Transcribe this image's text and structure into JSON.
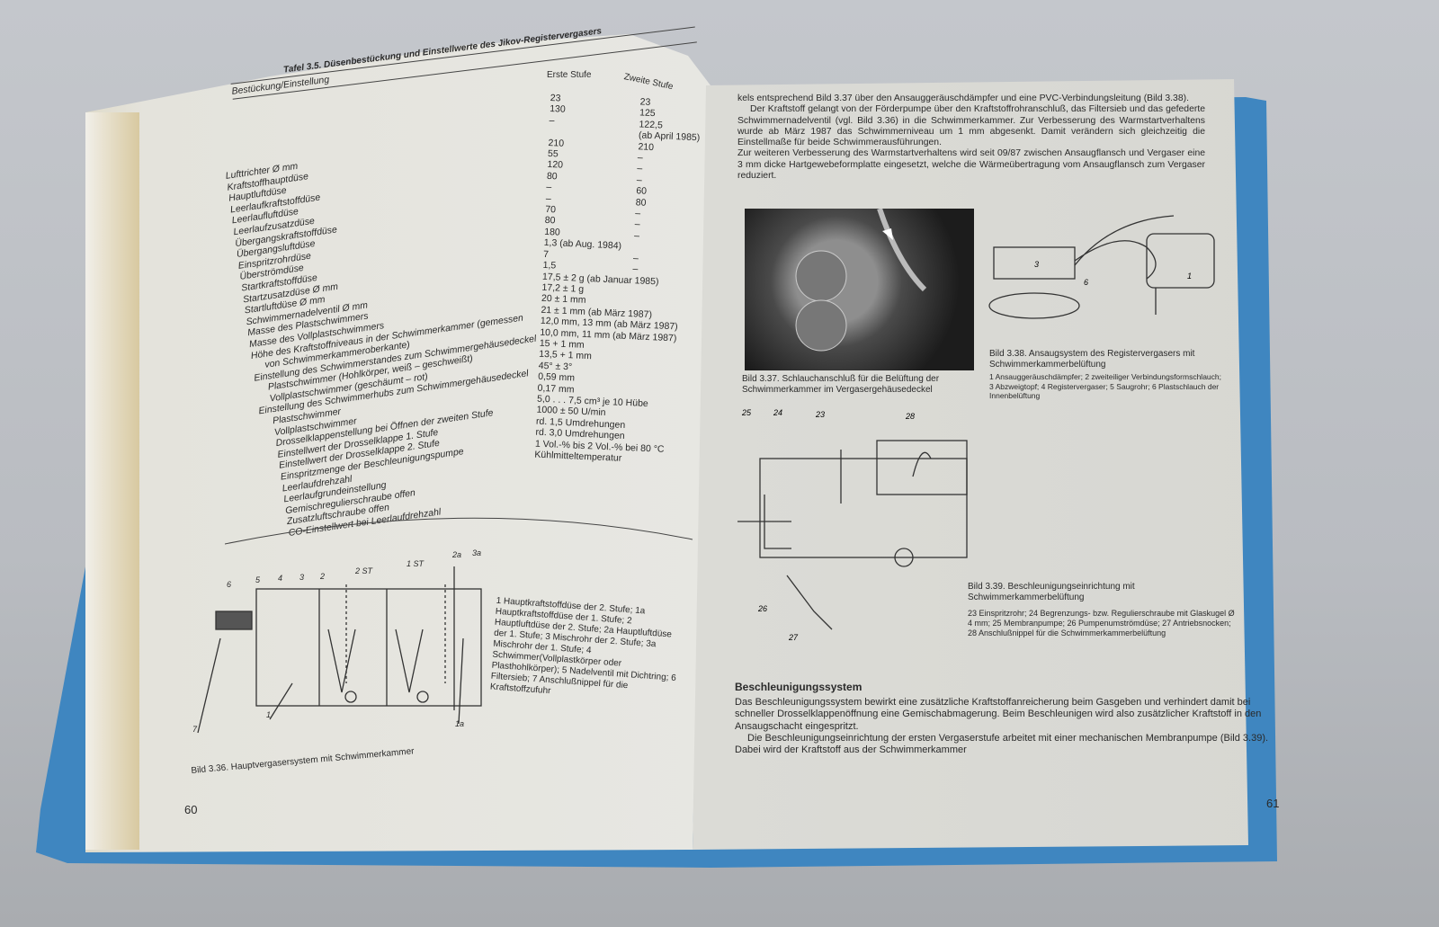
{
  "left_page": {
    "page_number": "60",
    "table_title": "Tafel 3.5.  Düsenbestückung und Einstellwerte des Jikov-Registervergasers",
    "col_header": "Bestückung/Einstellung",
    "col_first": "Erste Stufe",
    "col_second": "Zweite Stufe",
    "labels": [
      "Lufttrichter Ø mm",
      "Kraftstoffhauptdüse",
      "Hauptluftdüse",
      "Leerlaufkraftstoffdüse",
      "Leerlaufluftdüse",
      "Leerlaufzusatzdüse",
      "Übergangskraftstoffdüse",
      "Übergangsluftdüse",
      "Einspritzrohrdüse",
      "Überströmdüse",
      "Startkraftstoffdüse",
      "Startzusatzdüse Ø mm",
      "Startluftdüse Ø mm",
      "Schwimmernadelventil Ø mm",
      "Masse des Plastschwimmers",
      "Masse des Vollplastschwimmers",
      "Höhe des Kraftstoffniveaus in der Schwimmerkammer (gemessen",
      "von Schwimmerkammeroberkante)",
      "Einstellung des Schwimmerstandes zum Schwimmergehäusedeckel",
      "Plastschwimmer (Hohlkörper, weiß – geschweißt)",
      "Vollplastschwimmer (geschäumt – rot)",
      "Einstellung des Schwimmerhubs zum Schwimmergehäusedeckel",
      "Plastschwimmer",
      "Vollplastschwimmer",
      "Drosselklappenstellung bei Öffnen der zweiten Stufe",
      "Einstellwert der Drosselklappe 1. Stufe",
      "Einstellwert der Drosselklappe 2. Stufe",
      "Einspritzmenge der Beschleunigungspumpe",
      "Leerlaufdrehzahl",
      "Leerlaufgrundeinstellung",
      "Gemischregulierschraube offen",
      "Zusatzluftschraube offen",
      "CO-Einstellwert bei Leerlaufdrehzahl"
    ],
    "values": [
      [
        "23",
        "23"
      ],
      [
        "130",
        "125"
      ],
      [
        "–",
        "122,5"
      ],
      [
        "",
        "(ab April 1985)"
      ],
      [
        "210",
        "210"
      ],
      [
        "55",
        "–"
      ],
      [
        "120",
        "–"
      ],
      [
        "80",
        "–"
      ],
      [
        "–",
        "60"
      ],
      [
        "–",
        "80"
      ],
      [
        "70",
        "–"
      ],
      [
        "80",
        "–"
      ],
      [
        "180",
        "–"
      ],
      [
        "1,3 (ab Aug. 1984)",
        ""
      ],
      [
        "7",
        "–"
      ],
      [
        "1,5",
        "–"
      ],
      [
        "17,5 ± 2 g (ab Januar 1985)",
        ""
      ],
      [
        "17,2 ± 1 g",
        ""
      ],
      [
        "20 ± 1 mm",
        ""
      ],
      [
        "21 ± 1 mm (ab März 1987)",
        ""
      ],
      [
        "",
        ""
      ],
      [
        "12,0 mm, 13 mm (ab März 1987)",
        ""
      ],
      [
        "10,0 mm, 11 mm (ab März 1987)",
        ""
      ],
      [
        "",
        ""
      ],
      [
        "15 + 1 mm",
        ""
      ],
      [
        "13,5 + 1 mm",
        ""
      ],
      [
        "45° ± 3°",
        ""
      ],
      [
        "0,59 mm",
        ""
      ],
      [
        "0,17 mm",
        ""
      ],
      [
        "5,0 . . . 7,5 cm³ je 10 Hübe",
        ""
      ],
      [
        "1000 ± 50 U/min",
        ""
      ],
      [
        "",
        ""
      ],
      [
        "rd. 1,5 Umdrehungen",
        ""
      ],
      [
        "rd. 3,0 Umdrehungen",
        ""
      ],
      [
        "1 Vol.-% bis 2 Vol.-% bei 80 °C",
        ""
      ],
      [
        "Kühlmitteltemperatur",
        ""
      ]
    ],
    "figure_labels": [
      "6",
      "5",
      "4",
      "3",
      "2",
      "2 ST",
      "1 ST",
      "2a",
      "3a",
      "7",
      "1",
      "1a"
    ],
    "legend_336": "1 Hauptkraftstoffdüse der 2. Stufe; 1a Hauptkraftstoffdüse der 1. Stufe; 2 Hauptluftdüse der 2. Stufe; 2a Hauptluftdüse der 1. Stufe; 3 Mischrohr der 2. Stufe; 3a Mischrohr der 1. Stufe; 4 Schwimmer(Vollplastkörper oder Plasthohlkörper); 5 Nadelventil mit Dichtring; 6 Filtersieb; 7 Anschlußnippel für die Kraftstoffzufuhr",
    "caption_336": "Bild 3.36.  Hauptvergasersystem mit Schwimmerkammer"
  },
  "right_page": {
    "page_number": "61",
    "intro": "kels entsprechend Bild 3.37 über den Ansauggeräuschdämpfer und eine PVC-Verbindungsleitung (Bild 3.38).",
    "para1": "Der Kraftstoff gelangt von der Förderpumpe über den Kraftstoffrohranschluß, das Filtersieb und das gefederte Schwimmernadelventil (vgl. Bild 3.36) in die Schwimmerkammer. Zur Verbesserung des Warmstartverhaltens wurde ab März 1987 das Schwimmerniveau um 1 mm abgesenkt. Damit verändern sich gleichzeitig die Einstellmaße für beide Schwimmerausführungen.",
    "para2": "Zur weiteren Verbesserung des Warmstartverhaltens wird seit 09/87 zwischen Ansaugflansch und Vergaser eine 3 mm dicke Hartgewebeformplatte eingesetzt, welche die Wärmeübertragung vom Ansaugflansch zum Vergaser reduziert.",
    "caption_337": "Bild 3.37.  Schlauchanschluß für die Belüftung der Schwimmerkammer im Vergasergehäusedeckel",
    "caption_338": "Bild 3.38.  Ansaugsystem des Registervergasers mit Schwimmerkammerbelüftung",
    "legend_338": "1 Ansauggeräuschdämpfer; 2 zweiteiliger Verbindungsformschlauch; 3 Abzweigtopf; 4 Registervergaser; 5 Saugrohr; 6 Plastschlauch der Innenbelüftung",
    "fig338_labels": [
      "3",
      "6",
      "1"
    ],
    "fig339_labels": [
      "25",
      "24",
      "23",
      "28",
      "26",
      "27"
    ],
    "caption_339": "Bild 3.39.  Beschleunigungseinrichtung mit Schwimmerkammerbelüftung",
    "legend_339": "23 Einspritzrohr; 24 Begrenzungs- bzw. Regulierschraube mit Glaskugel Ø 4 mm; 25 Membranpumpe; 26 Pumpenumströmdüse; 27 Antriebsnocken; 28 Anschlußnippel für die Schwimmerkammerbelüftung",
    "heading": "Beschleunigungssystem",
    "para3": "Das Beschleunigungssystem bewirkt eine zusätzliche Kraftstoffanreicherung beim Gasgeben und verhindert damit bei schneller Drosselklappenöffnung eine Gemischabmagerung. Beim Beschleunigen wird also zusätzlicher Kraftstoff in den Ansaugschacht eingespritzt.",
    "para4": "Die Beschleunigungseinrichtung der ersten Vergaserstufe arbeitet mit einer mechanischen Membranpumpe (Bild 3.39). Dabei wird der Kraftstoff aus der Schwimmerkammer"
  }
}
